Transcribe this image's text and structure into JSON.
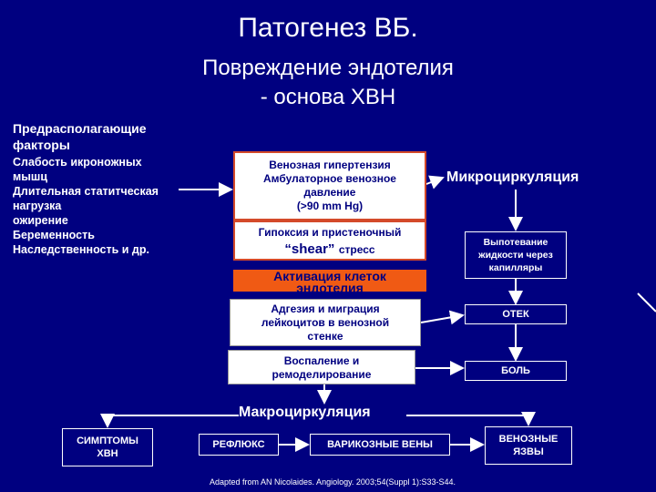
{
  "header": {
    "title": "Патогенез ВБ.",
    "subtitle_line1": "Повреждение эндотелия",
    "subtitle_line2": "- основа ХВН"
  },
  "predisposing": {
    "heading_line1": "Предрасполагающие",
    "heading_line2": "факторы",
    "items": [
      "Слабость икроножных",
      "мышц",
      "Длительная статитческая",
      "нагрузка",
      "ожирение",
      "Беременность",
      "Наследственность и др."
    ]
  },
  "center": {
    "venous_hypertension": [
      "Венозная гипертензия",
      "Амбулаторное венозное",
      "давление",
      "(>90 mm Hg)"
    ],
    "hypoxia_line1": "Гипоксия и пристеночный",
    "hypoxia_shear": "“shear”",
    "hypoxia_stress": "стресс",
    "activation": [
      "Активация клеток",
      "эндотелия"
    ],
    "adhesion": [
      "Адгезия и миграция",
      "лейкоцитов в венозной",
      "стенке"
    ],
    "inflammation": [
      "Воспаление и",
      "ремоделирование"
    ]
  },
  "right": {
    "microcirculation": "Микроциркуляция",
    "leakage": [
      "Выпотевание",
      "жидкости через",
      "капилляры"
    ],
    "edema": "ОТЕК",
    "pain": "БОЛЬ"
  },
  "bottom": {
    "macrocirculation": "Макроциркуляция",
    "symptoms": [
      "СИМПТОМЫ",
      "ХВН"
    ],
    "reflux": "РЕФЛЮКС",
    "varicose": "ВАРИКОЗНЫЕ ВЕНЫ",
    "ulcers": [
      "ВЕНОЗНЫЕ",
      "ЯЗВЫ"
    ]
  },
  "citation": "Adapted from AN Nicolaides. Angiology. 2003;54(Suppl 1):S33-S44.",
  "colors": {
    "background": "#000080",
    "accent_orange": "#f05a14",
    "box_border_red": "#d44a2a",
    "text_navy": "#000080"
  }
}
